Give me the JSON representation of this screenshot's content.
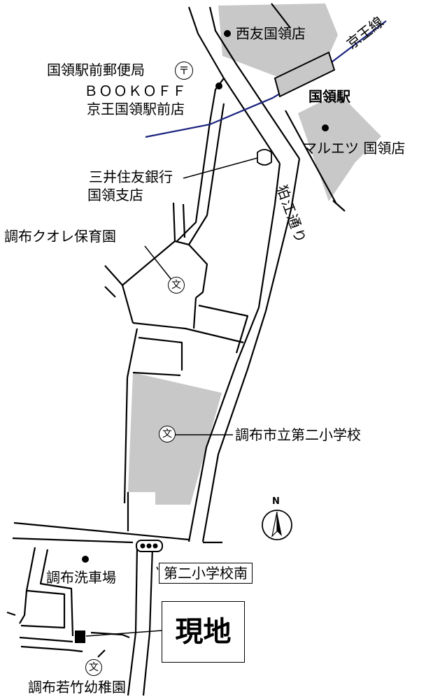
{
  "labels": {
    "nishitomo": "西友国領店",
    "keio_line": "京王線",
    "post_office": "国領駅前郵便局",
    "bookoff_1": "ＢＯＯＫＯＦＦ",
    "bookoff_2": "京王国領駅前店",
    "station": "国領駅",
    "maruetsu": "マルエツ 国領店",
    "smbc_1": "三井住友銀行",
    "smbc_2": "国領支店",
    "komae_dori": "狛江通り",
    "nursery": "調布クオレ保育園",
    "school": "調布市立第二小学校",
    "north": "N",
    "carwash": "調布洗車場",
    "signal_name": "第二小学校南",
    "site": "現地",
    "kindergarten": "調布若竹幼稚園"
  },
  "symbols": {
    "post_office": "〒",
    "school": "文"
  },
  "colors": {
    "road": "#000000",
    "building_fill": "#c8c8c8",
    "railway": "#1a237e",
    "background": "#ffffff"
  }
}
